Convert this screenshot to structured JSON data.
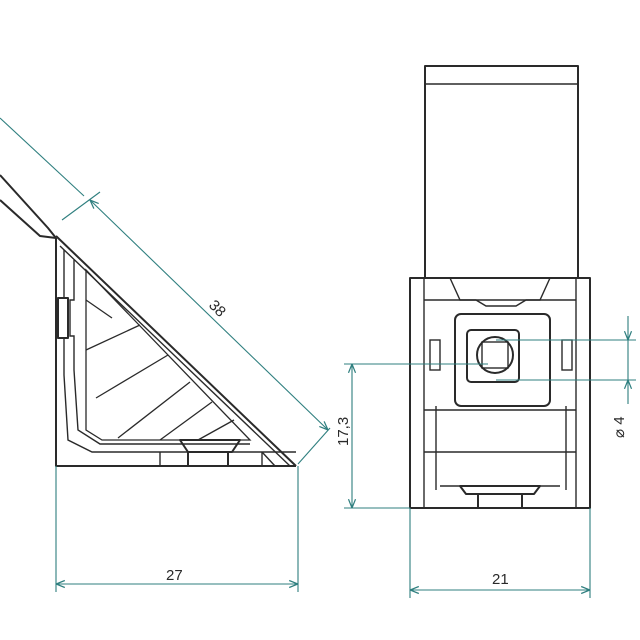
{
  "dimensions": {
    "diagonal_length": "38",
    "bottom_width_left": "27",
    "height": "17,3",
    "bottom_width_right": "21",
    "hole_diameter": "⌀ 4"
  },
  "colors": {
    "outline": "#2a2a2a",
    "dimension_line": "#2f7f7f",
    "background": "#ffffff"
  }
}
